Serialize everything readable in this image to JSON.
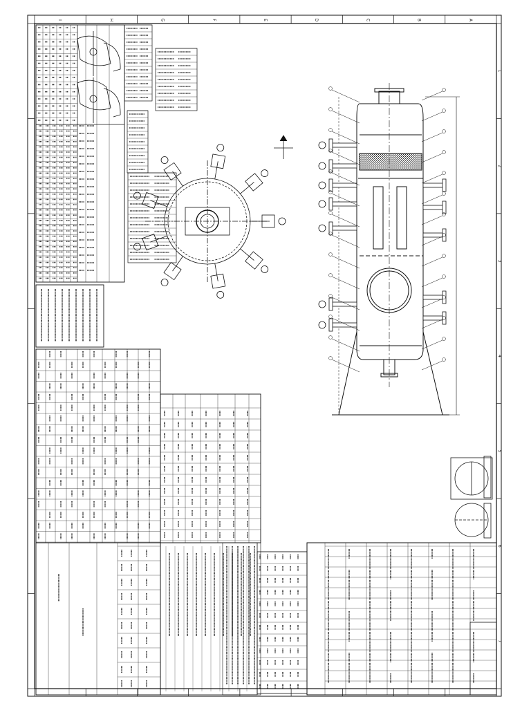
{
  "border": {
    "zone_letters": [
      "A",
      "B",
      "C",
      "D",
      "E",
      "F",
      "G",
      "H",
      "I"
    ],
    "zone_numbers": [
      "1",
      "2",
      "3",
      "4",
      "5",
      "6",
      "7"
    ]
  },
  "tables": {
    "nozzle_table_rows": 22,
    "nozzle_table_cols": 10,
    "material_table_rows": 12,
    "design_table_rows": 18
  },
  "colors": {
    "ink": "#111111",
    "paper": "#ffffff",
    "hatch": "#444444"
  },
  "title_block": {
    "rows": 20
  }
}
